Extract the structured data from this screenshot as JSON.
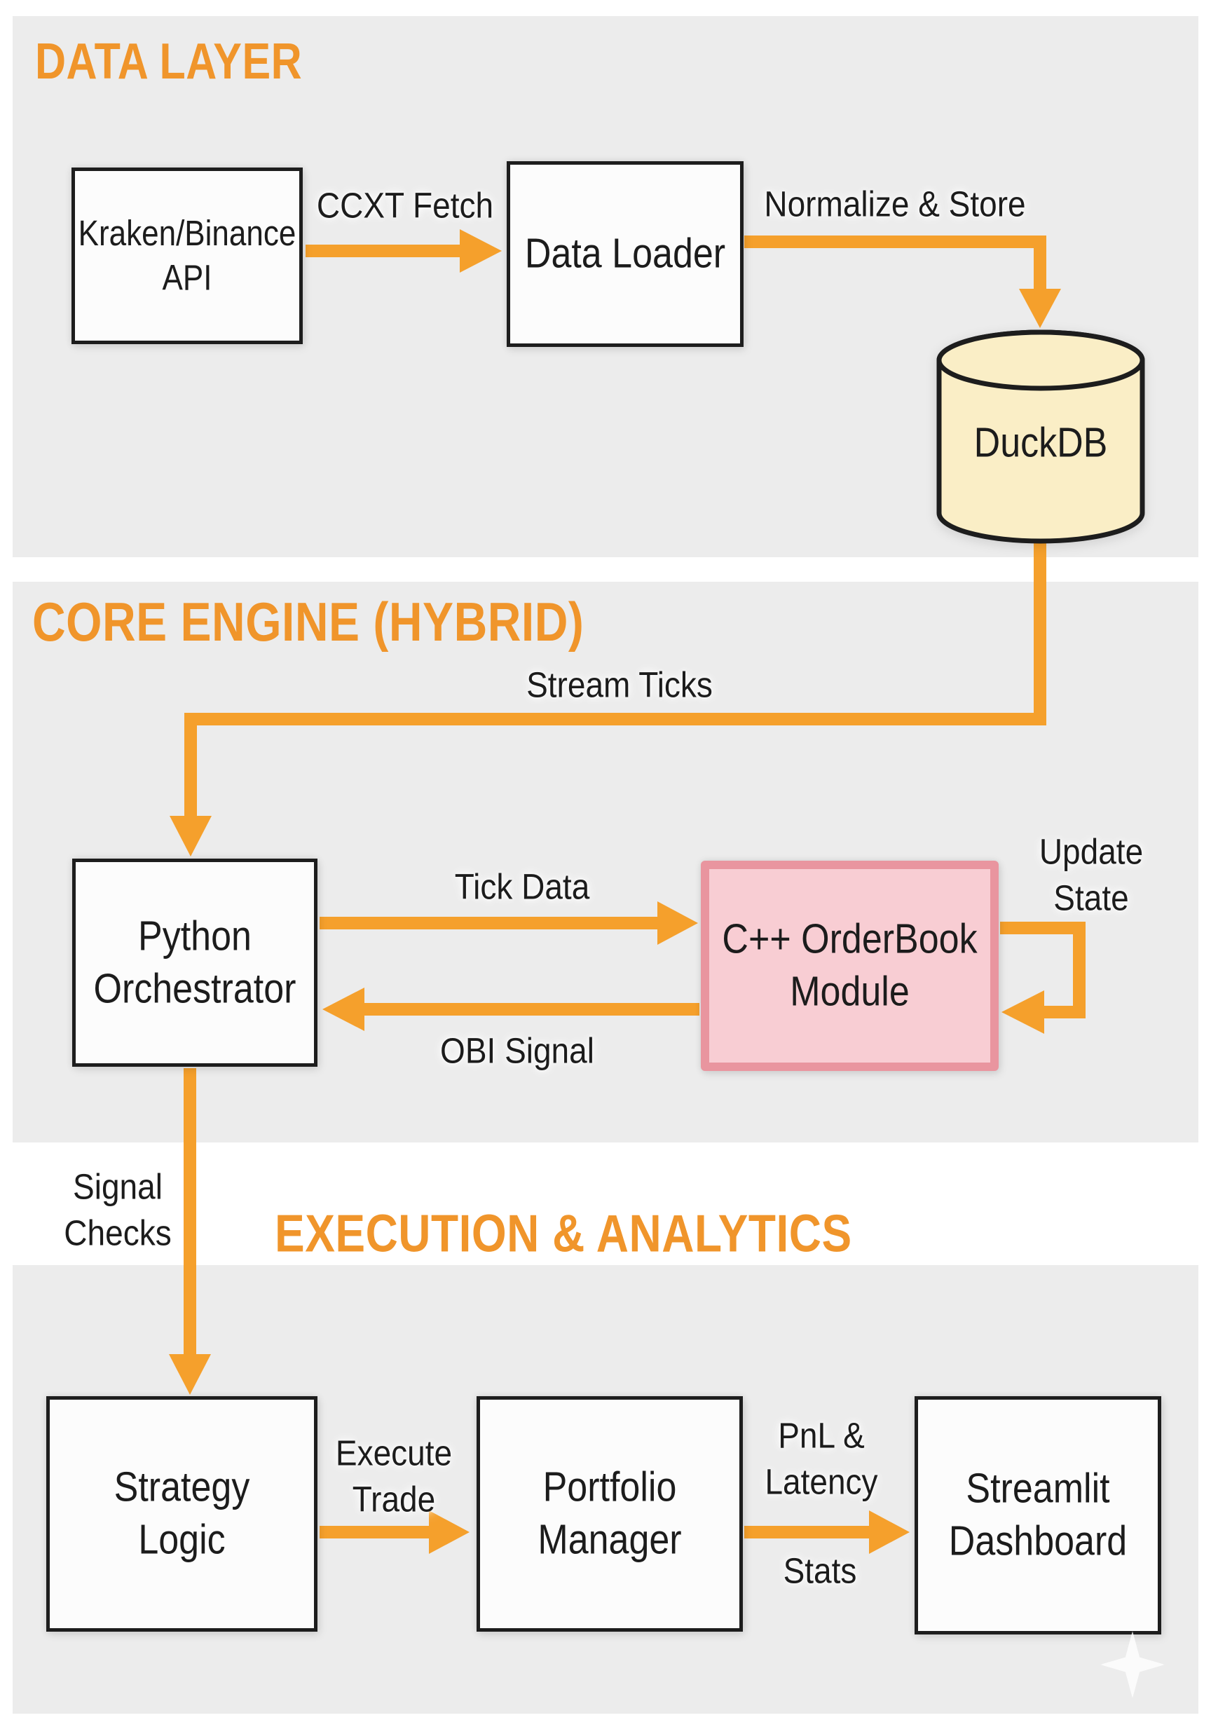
{
  "colors": {
    "page_bg": "#FFFFFF",
    "panel_gray": "#ECECEC",
    "heading_orange": "#F0952B",
    "arrow_orange": "#F5A02C",
    "node_fill": "#FCFCFC",
    "node_border": "#1D1D1D",
    "pink_fill": "#F8CDD3",
    "pink_border": "#E9959F",
    "cylinder_fill": "#FAEEC6",
    "label_text": "#1C1C1C"
  },
  "sections": {
    "data_layer": {
      "title": "DATA LAYER"
    },
    "core_engine": {
      "title": "CORE ENGINE (HYBRID)"
    },
    "execution_analytics": {
      "title": "EXECUTION & ANALYTICS"
    }
  },
  "nodes": {
    "kraken_binance_api": {
      "label": "Kraken/Binance\nAPI"
    },
    "data_loader": {
      "label": "Data Loader"
    },
    "duckdb": {
      "label": "DuckDB"
    },
    "python_orchestrator": {
      "label": "Python\nOrchestrator"
    },
    "cpp_orderbook_module": {
      "label": "C++ OrderBook\nModule"
    },
    "strategy_logic": {
      "label": "Strategy\nLogic"
    },
    "portfolio_manager": {
      "label": "Portfolio\nManager"
    },
    "streamlit_dashboard": {
      "label": "Streamlit\nDashboard"
    }
  },
  "edges": {
    "ccxt_fetch": {
      "label": "CCXT Fetch"
    },
    "normalize_store": {
      "label": "Normalize & Store"
    },
    "stream_ticks": {
      "label": "Stream Ticks"
    },
    "tick_data": {
      "label": "Tick Data"
    },
    "obi_signal": {
      "label": "OBI Signal"
    },
    "update_state": {
      "label": "Update\nState"
    },
    "signal_checks": {
      "label": "Signal\nChecks"
    },
    "execute_trade": {
      "label": "Execute\nTrade"
    },
    "pnl_latency": {
      "label": "PnL &\nLatency"
    },
    "stats": {
      "label": "Stats"
    }
  }
}
